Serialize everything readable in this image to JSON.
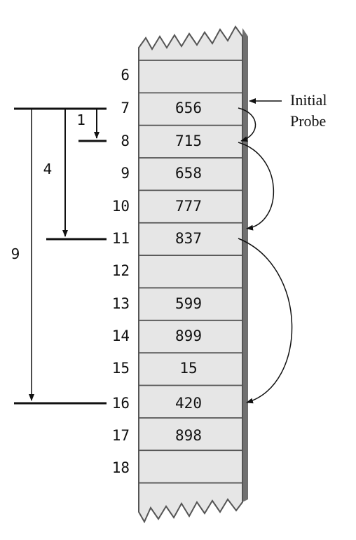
{
  "probe_label": {
    "line1": "Initial",
    "line2": "Probe"
  },
  "cells": [
    {
      "index": "6",
      "value": ""
    },
    {
      "index": "7",
      "value": "656"
    },
    {
      "index": "8",
      "value": "715"
    },
    {
      "index": "9",
      "value": "658"
    },
    {
      "index": "10",
      "value": "777"
    },
    {
      "index": "11",
      "value": "837"
    },
    {
      "index": "12",
      "value": ""
    },
    {
      "index": "13",
      "value": "599"
    },
    {
      "index": "14",
      "value": "899"
    },
    {
      "index": "15",
      "value": "15"
    },
    {
      "index": "16",
      "value": "420"
    },
    {
      "index": "17",
      "value": "898"
    },
    {
      "index": "18",
      "value": ""
    }
  ],
  "step_distances": [
    "1",
    "4",
    "9"
  ],
  "colors": {
    "cell_fill": "#e6e6e6",
    "cell_border": "#555555",
    "shadow": "#707070",
    "line": "#111111"
  }
}
